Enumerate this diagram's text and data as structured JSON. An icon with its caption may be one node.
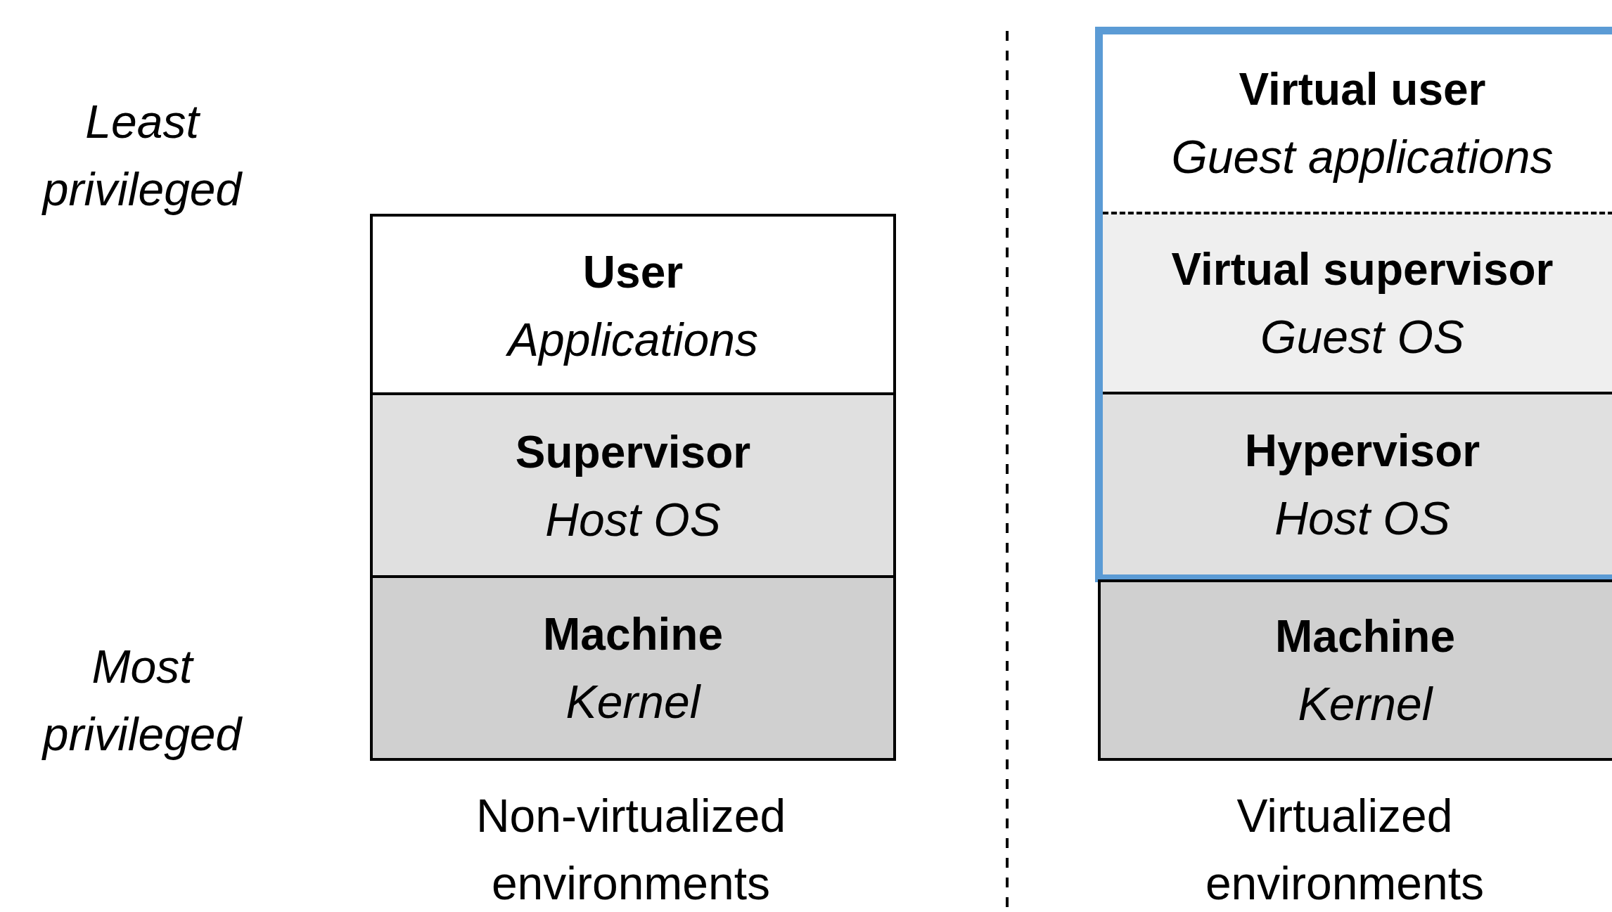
{
  "diagram": {
    "nodes": [
      {
        "text": [
          "User",
          "Applications"
        ]
      },
      {
        "text": [
          "Supervisor",
          "Host OS"
        ]
      },
      {
        "text": [
          "Machine",
          "Kernel"
        ]
      },
      {
        "text": [],
        "shape": "box"
      },
      {
        "text": [
          "Virtual user",
          "Guest applications"
        ],
        "in": 3
      },
      {
        "text": [
          "Virtual supervisor",
          "Guest OS"
        ],
        "in": 3
      },
      {
        "text": [
          "Hypervisor",
          "Host OS"
        ],
        "in": 3
      },
      {
        "text": [
          "Machine",
          "Kernel"
        ]
      }
    ],
    "labels": [
      "Least privileged",
      "Most privileged",
      "Non-virtualized environments",
      "Virtualized environments"
    ]
  }
}
